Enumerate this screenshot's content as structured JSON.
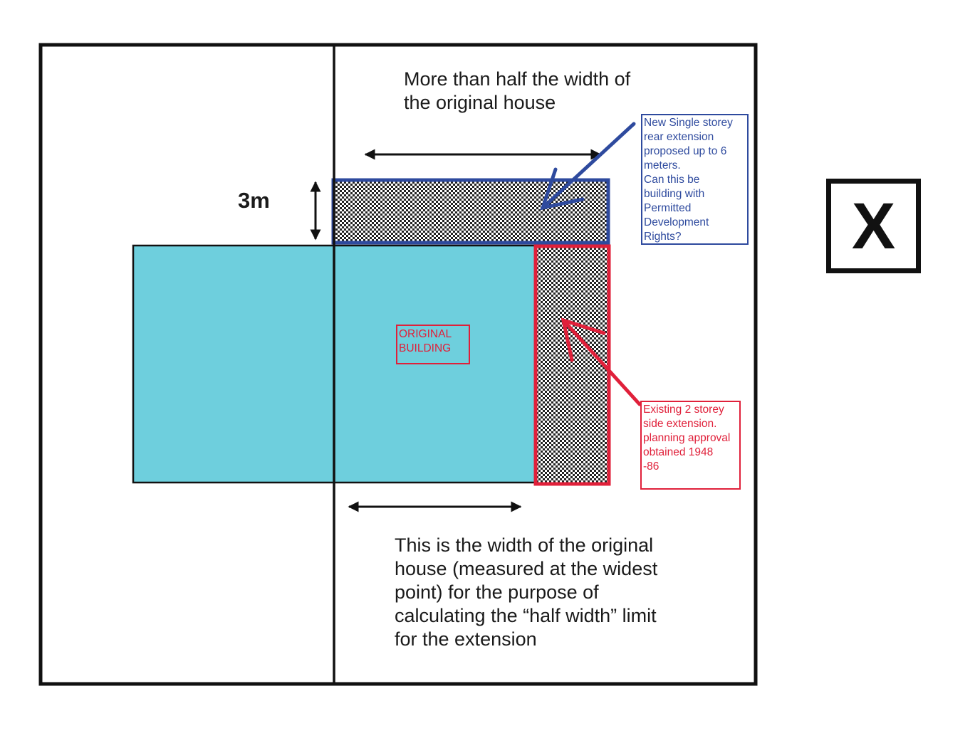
{
  "top_label": {
    "lines": [
      "More than half the width of",
      "the original house"
    ]
  },
  "dimension_label": "3m",
  "new_extension_note": {
    "lines": [
      "New Single storey",
      "rear extension",
      "proposed up to 6",
      "meters.",
      "Can this be",
      "building with",
      "Permitted",
      "Development",
      "Rights?"
    ]
  },
  "original_building_label": {
    "lines": [
      "ORIGINAL",
      "BUILDING"
    ]
  },
  "side_extension_note": {
    "lines": [
      "Existing 2 storey",
      "side extension.",
      "planning approval",
      "obtained 1948",
      "-86"
    ]
  },
  "bottom_label": {
    "lines": [
      "This is the width of the original",
      "house (measured at the widest",
      "point) for the purpose of",
      "calculating the “half width” limit",
      "for the extension"
    ]
  },
  "verdict_mark": "X",
  "colors": {
    "house_fill": "#6ecfdd",
    "new_extension_border": "#2e4a9e",
    "side_extension_border": "#e0203a",
    "outline": "#111111"
  }
}
